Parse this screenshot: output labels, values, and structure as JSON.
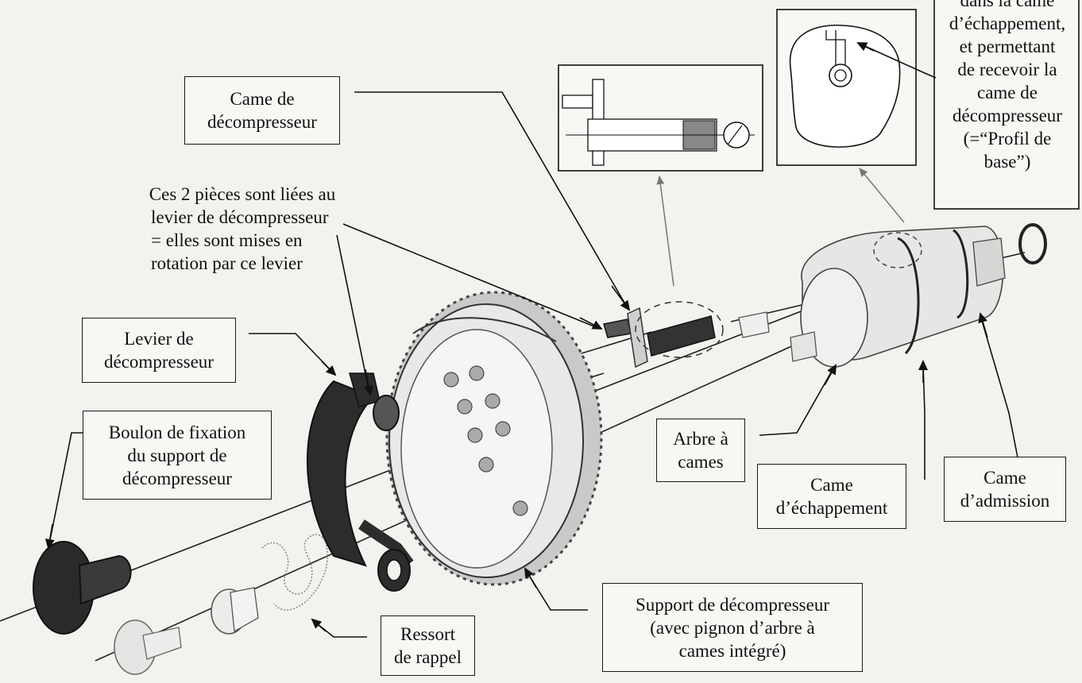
{
  "labels": {
    "came_decompresseur": [
      "Came de",
      "décompresseur"
    ],
    "pieces_liees": [
      "Ces 2 pièces sont liées au",
      "levier de décompresseur",
      "= elles sont mises en",
      "rotation par ce levier"
    ],
    "levier": [
      "Levier de",
      "décompresseur"
    ],
    "boulon": [
      "Boulon de fixation",
      "du support de",
      "décompresseur"
    ],
    "ressort": [
      "Ressort",
      "de rappel"
    ],
    "support": [
      "Support de décompresseur",
      "(avec pignon d’arbre à",
      "cames intégré)"
    ],
    "arbre": [
      "Arbre à",
      "cames"
    ],
    "came_echappement": [
      "Came",
      "d’échappement"
    ],
    "came_admission": [
      "Came",
      "d’admission"
    ],
    "profil": [
      "dans la came",
      "d’échappement,",
      "et permettant",
      "de recevoir la",
      "came de",
      "décompresseur",
      "(=“Profil de",
      "base”)"
    ]
  },
  "colors": {
    "ink": "#111111",
    "paper": "#f3f2ee",
    "dark_part": "#2c2c2c",
    "light_part": "#dcdcdc"
  }
}
